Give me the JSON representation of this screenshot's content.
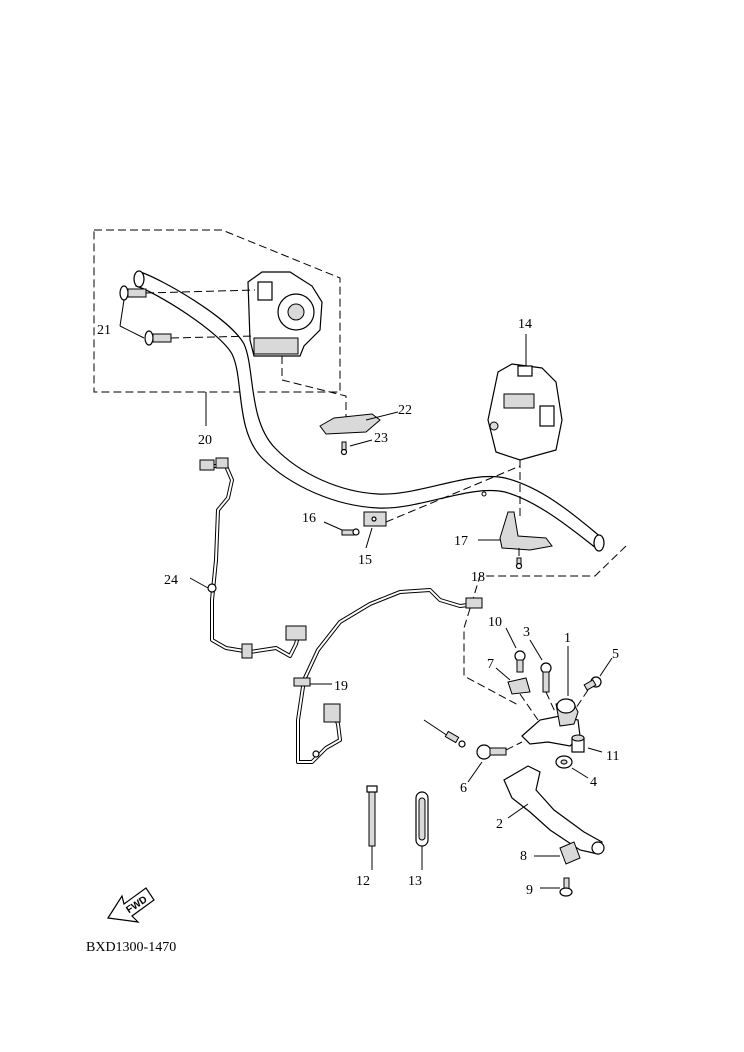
{
  "labels": {
    "p1": "1",
    "p2": "2",
    "p3": "3",
    "p4": "4",
    "p5": "5",
    "p6": "6",
    "p7": "7",
    "p8": "8",
    "p9": "9",
    "p10": "10",
    "p11": "11",
    "p12": "12",
    "p13": "13",
    "p14": "14",
    "p15": "15",
    "p16": "16",
    "p17": "17",
    "p18": "18",
    "p19": "19",
    "p20": "20",
    "p21": "21",
    "p22": "22",
    "p23": "23",
    "p24": "24"
  },
  "drawing_code": "BXD1300-1470",
  "fwd_arrow": {
    "label": "FWD",
    "icon": "fwd-arrow-icon"
  }
}
